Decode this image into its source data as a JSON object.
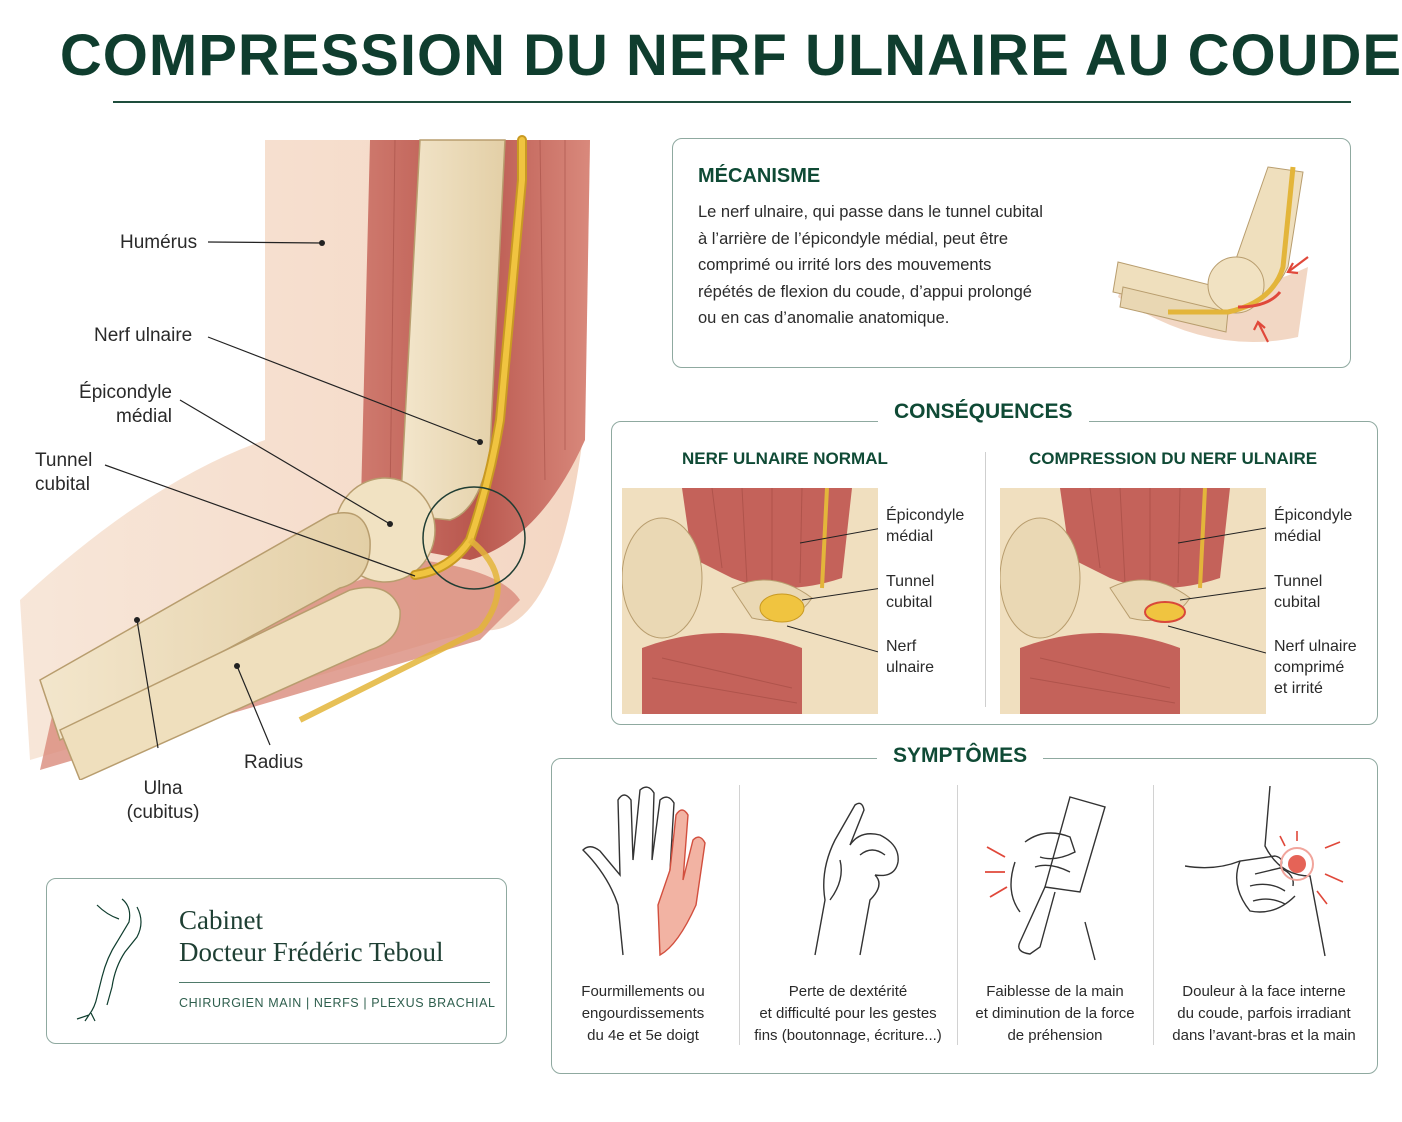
{
  "title": "COMPRESSION DU NERF ULNAIRE AU COUDE",
  "anatomy_labels": {
    "humerus": "Humérus",
    "nerf_ulnaire": "Nerf ulnaire",
    "epicondyle_1": "Épicondyle",
    "epicondyle_2": "médial",
    "tunnel_1": "Tunnel",
    "tunnel_2": "cubital",
    "radius": "Radius",
    "ulna_1": "Ulna",
    "ulna_2": "(cubitus)"
  },
  "mecanisme": {
    "heading": "MÉCANISME",
    "lines": [
      "Le nerf ulnaire, qui passe dans le tunnel cubital",
      "à l’arrière de l’épicondyle médial, peut être",
      "comprimé ou irrité lors des mouvements",
      "répétés de flexion du coude, d’appui prolongé",
      "ou en cas d’anomalie anatomique."
    ]
  },
  "consequences": {
    "heading": "CONSÉQUENCES",
    "normal": {
      "heading": "NERF ULNAIRE NORMAL",
      "label_epicondyle": [
        "Épicondyle",
        "médial"
      ],
      "label_tunnel": [
        "Tunnel",
        "cubital"
      ],
      "label_nerf": [
        "Nerf",
        "ulnaire"
      ]
    },
    "compression": {
      "heading": "COMPRESSION DU NERF ULNAIRE",
      "label_epicondyle": [
        "Épicondyle",
        "médial"
      ],
      "label_tunnel": [
        "Tunnel",
        "cubital"
      ],
      "label_nerf": [
        "Nerf ulnaire",
        "comprimé",
        "et irrité"
      ]
    }
  },
  "symptomes": {
    "heading": "SYMPTÔMES",
    "items": [
      {
        "lines": [
          "Fourmillements ou",
          "engourdissements",
          "du 4e et 5e doigt"
        ]
      },
      {
        "lines": [
          "Perte de dextérité",
          "et difficulté pour les gestes",
          "fins (boutonnage, écriture...)"
        ]
      },
      {
        "lines": [
          "Faiblesse de la main",
          "et diminution de la force",
          "de préhension"
        ]
      },
      {
        "lines": [
          "Douleur à la face interne",
          "du coude, parfois irradiant",
          "dans l’avant-bras et la main"
        ]
      }
    ]
  },
  "cabinet": {
    "line1": "Cabinet",
    "line2": "Docteur Frédéric Teboul",
    "subtitle": "CHIRURGIEN MAIN | NERFS | PLEXUS BRACHIAL"
  },
  "colors": {
    "brand_green": "#0f3d2e",
    "nerve_yellow": "#e8b830",
    "muscle_red": "#c4625a",
    "bone": "#ecdcbc",
    "alert_red": "#e0483a"
  }
}
